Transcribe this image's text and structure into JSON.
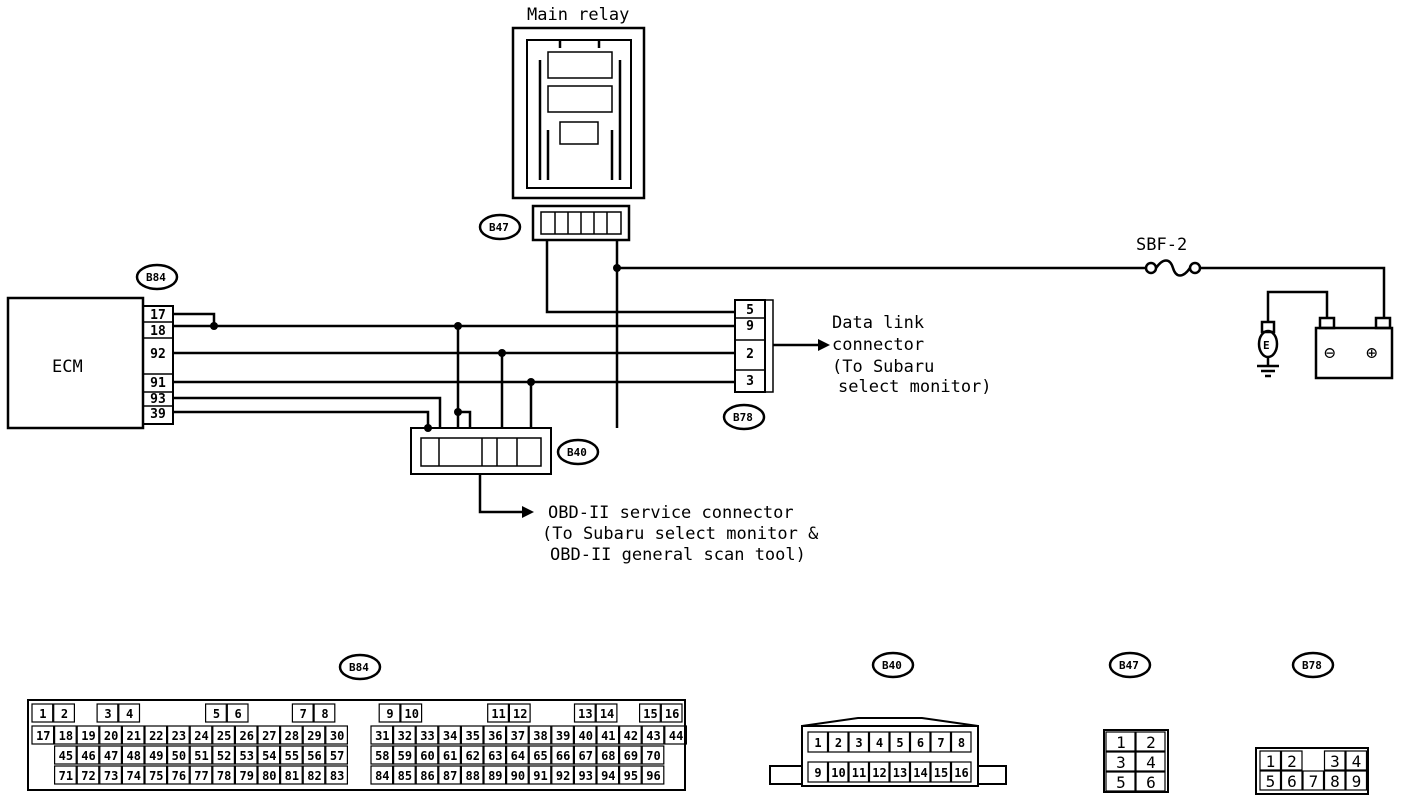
{
  "labels": {
    "main_relay": "Main relay",
    "ecm": "ECM",
    "sbf": "SBF-2",
    "data_link_1": "Data link",
    "data_link_2": "connector",
    "data_link_3": "(To Subaru",
    "data_link_4": "select monitor)",
    "obd_1": "OBD-II service connector",
    "obd_2": "(To Subaru select monitor &",
    "obd_3": "OBD-II general scan tool)",
    "earth": "E",
    "battery_minus": "⊖",
    "battery_plus": "⊕"
  },
  "connector_ids": {
    "b47": "B47",
    "b84": "B84",
    "b78": "B78",
    "b40": "B40"
  },
  "ecm_pins": [
    "17",
    "18",
    "92",
    "91",
    "93",
    "39"
  ],
  "dlc_pins": [
    "5",
    "9",
    "2",
    "3"
  ],
  "b40_pins": [
    "1",
    "2",
    "3",
    "4",
    "5",
    "6",
    "7",
    "8",
    "9",
    "10",
    "11",
    "12",
    "13",
    "14",
    "15",
    "16"
  ],
  "b47_pins": [
    "1",
    "2",
    "3",
    "4",
    "5",
    "6"
  ],
  "b78_pins": [
    "1",
    "2",
    "3",
    "4",
    "5",
    "6",
    "7",
    "8",
    "9"
  ],
  "b84_row1": [
    "1",
    "2",
    "",
    "3",
    "4",
    "",
    "",
    "",
    "5",
    "6",
    "",
    "",
    "7",
    "8",
    "",
    "",
    "9",
    "10",
    "",
    "",
    "",
    "11",
    "12",
    "",
    "",
    "13",
    "14",
    "",
    "15",
    "16"
  ],
  "b84_row2": [
    "17",
    "18",
    "19",
    "20",
    "21",
    "22",
    "23",
    "24",
    "25",
    "26",
    "27",
    "28",
    "29",
    "30",
    "",
    "31",
    "32",
    "33",
    "34",
    "35",
    "36",
    "37",
    "38",
    "39",
    "40",
    "41",
    "42",
    "43",
    "44"
  ],
  "b84_row3": [
    "",
    "45",
    "46",
    "47",
    "48",
    "49",
    "50",
    "51",
    "52",
    "53",
    "54",
    "55",
    "56",
    "57",
    "",
    "58",
    "59",
    "60",
    "61",
    "62",
    "63",
    "64",
    "65",
    "66",
    "67",
    "68",
    "69",
    "70"
  ],
  "b84_row4": [
    "",
    "71",
    "72",
    "73",
    "74",
    "75",
    "76",
    "77",
    "78",
    "79",
    "80",
    "81",
    "82",
    "83",
    "",
    "84",
    "85",
    "86",
    "87",
    "88",
    "89",
    "90",
    "91",
    "92",
    "93",
    "94",
    "95",
    "96"
  ]
}
